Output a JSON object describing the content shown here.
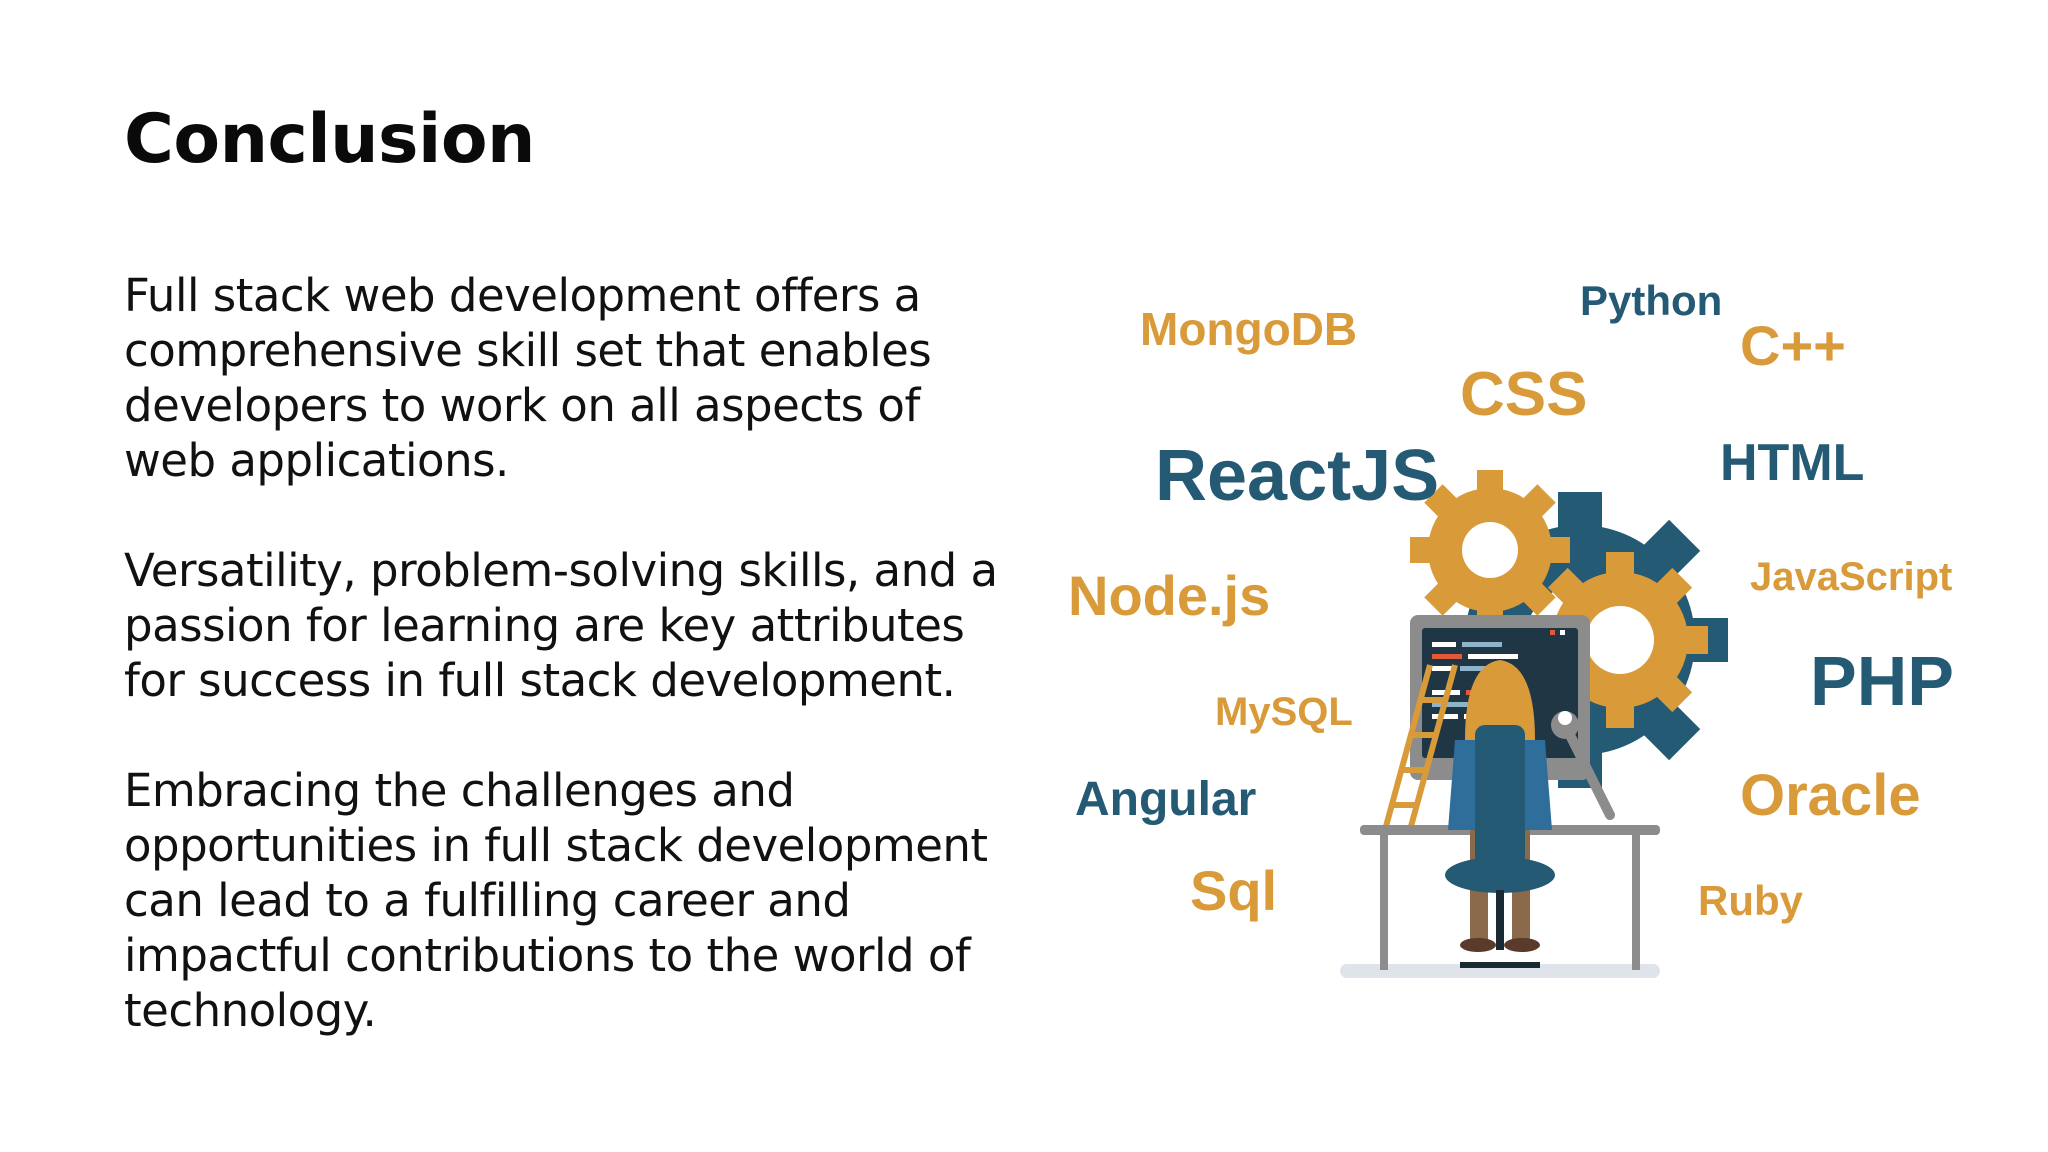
{
  "slide": {
    "title": "Conclusion",
    "paragraphs": [
      "Full stack web development offers a comprehensive skill set that enables developers to work on all aspects of web applications.",
      "Versatility, problem-solving skills, and a passion for learning are key attributes for success in full stack development.",
      "Embracing the challenges and opportunities in full stack development can lead to a fulfilling career and impactful contributions to the world of technology."
    ]
  },
  "illustration": {
    "labels": {
      "mongodb": "MongoDB",
      "python": "Python",
      "cpp": "C++",
      "css": "CSS",
      "reactjs": "ReactJS",
      "html": "HTML",
      "nodejs": "Node.js",
      "javascript": "JavaScript",
      "mysql": "MySQL",
      "php": "PHP",
      "angular": "Angular",
      "oracle": "Oracle",
      "sql": "Sql",
      "ruby": "Ruby"
    },
    "colors": {
      "orange": "#d99a3a",
      "teal": "#245a73",
      "gray": "#8c8c8c",
      "screen": "#1f3644"
    }
  }
}
